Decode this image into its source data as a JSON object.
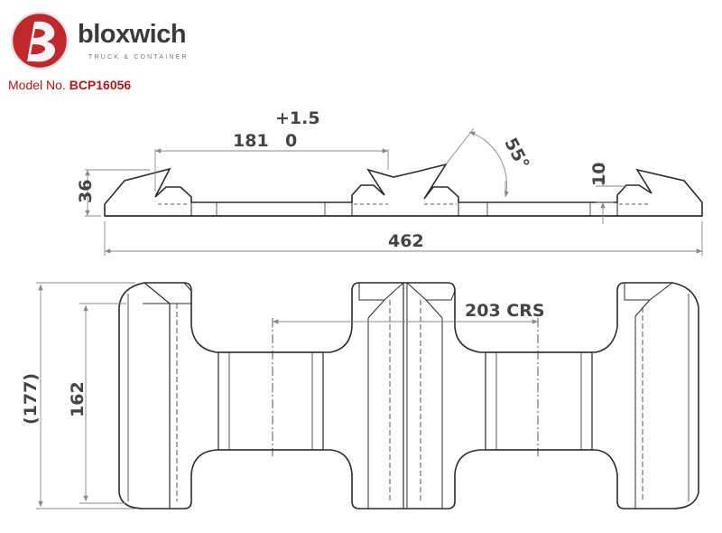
{
  "brand": {
    "name": "bloxwich",
    "tagline": "TRUCK & CONTAINER",
    "logo_color": "#c0282d"
  },
  "model": {
    "label": "Model No.",
    "number": "BCP16056"
  },
  "side_view": {
    "dim_tolerance_plus": "+1.5",
    "dim_tolerance_zero": "0",
    "dim_opening": "181",
    "dim_angle": "55°",
    "dim_height": "36",
    "dim_step": "10",
    "dim_length": "462"
  },
  "plan_view": {
    "dim_centres": "203 CRS",
    "dim_overall_width": "(177)",
    "dim_inner_width": "162"
  },
  "colors": {
    "line": "#2b2b2b",
    "dim_line": "#888888",
    "brand_red": "#b01818"
  }
}
